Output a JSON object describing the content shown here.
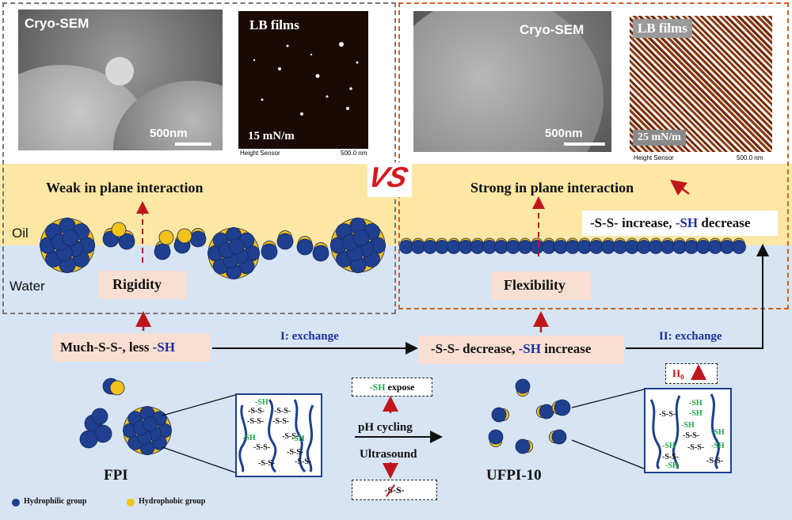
{
  "left_panel": {
    "cryo_label": "Cryo-SEM",
    "cryo_scale": "500nm",
    "lb_label": "LB  films",
    "lb_pressure": "15 mN/m",
    "lb_sensor": "Height Sensor",
    "lb_scale": "500.0 nm",
    "interaction": "Weak in plane interaction",
    "oil_label": "Oil",
    "water_label": "Water",
    "property": "Rigidity"
  },
  "right_panel": {
    "cryo_label": "Cryo-SEM",
    "cryo_scale": "500nm",
    "lb_label": "LB  films",
    "lb_pressure": "25 mN/m",
    "lb_sensor": "Height Sensor",
    "lb_scale": "500.0 nm",
    "interaction": "Strong in plane interaction",
    "bond_change": {
      "prefix": "-S-S- increase, ",
      "sh": "-SH",
      "suffix": " decrease"
    },
    "property": "Flexibility"
  },
  "vs_label": "VS",
  "process": {
    "fpi_state": {
      "prefix": "Much-S-S-, less ",
      "sh": "-SH"
    },
    "exchange1": "I: exchange",
    "ufpi_state": {
      "prefix": "-S-S- decrease, ",
      "sh": "-SH",
      "suffix": " increase"
    },
    "exchange2": "II: exchange",
    "sh_expose": {
      "sh": "-SH",
      "suffix": " expose"
    },
    "ph_cycling": "pH cycling",
    "ultrasound": "Ultrasound",
    "ss_crossed": "-S-S-",
    "h0": {
      "main": "H",
      "sub": "0"
    },
    "fpi_name": "FPI",
    "ufpi_name": "UFPI-10",
    "fpi_chains": [
      "-SH",
      "-S-S-",
      "-S-S-",
      "-S-S-",
      "-SH",
      "-S-S-",
      "-S-S-",
      "-SH",
      "-S-S-",
      "-S-S-",
      "-S-S-",
      "-S-S-"
    ],
    "ufpi_chains": [
      "-SH",
      "-SH",
      "-S-S-",
      "-SH",
      "-S-S-",
      "-SH",
      "-SH",
      "-S-S-",
      "-SH",
      "-S-S-",
      "-SH",
      "-S-S-"
    ]
  },
  "legend": {
    "hydrophilic": "Hydrophilic group",
    "hydrophobic": "Hydrophobic group"
  },
  "colors": {
    "hydrophilic": "#1f3f8f",
    "hydrophobic": "#f3c21a",
    "oil": "#fce7a4",
    "water": "#d6e4f4",
    "red_arrow": "#c0161b",
    "sh_green": "#1fa64a",
    "sh_blue": "#1f2f9a"
  }
}
